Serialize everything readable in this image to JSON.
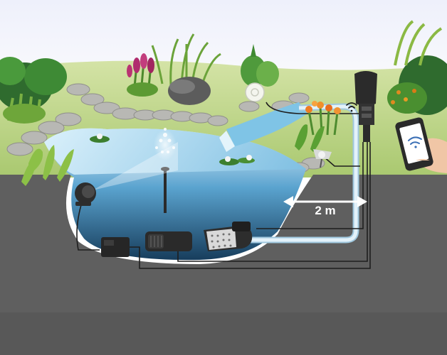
{
  "diagram": {
    "distance_label": "2 m",
    "components": [
      {
        "name": "pond-underwater-light",
        "icon": "spotlight-icon"
      },
      {
        "name": "fountain-pump",
        "icon": "pump-icon"
      },
      {
        "name": "filter-pump",
        "icon": "pump-icon"
      },
      {
        "name": "transformer",
        "icon": "power-box-icon"
      },
      {
        "name": "garden-spotlight",
        "icon": "spotlight-icon"
      },
      {
        "name": "smart-control-box",
        "icon": "control-box-icon"
      },
      {
        "name": "smartphone",
        "icon": "wifi-icon"
      }
    ],
    "colors": {
      "sky_top": "#eef0fb",
      "lawn": "#b9d48a",
      "ground": "#5f5f5f",
      "water_top": "#bfe3f4",
      "water_deep": "#1f4f73",
      "hose": "#d7ecf7",
      "cable": "#222222"
    }
  }
}
